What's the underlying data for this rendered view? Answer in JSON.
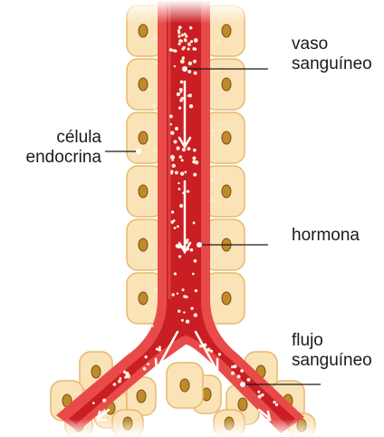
{
  "labels": {
    "vaso": "vaso\nsanguíneo",
    "celula": "célula\nendocrina",
    "hormona": "hormona",
    "flujo": "flujo\nsanguíneo"
  },
  "colors": {
    "cell_fill": "#fbe3b8",
    "cell_stroke": "#e6b96c",
    "nucleus": "#c08a2a",
    "vessel_wall": "#e84a4a",
    "vessel_lumen": "#c81e24",
    "hormone": "#fff3dc",
    "arrow": "#ffffff",
    "leader": "#1a1a1a"
  },
  "icons": [
    "flow-arrow-icon"
  ]
}
